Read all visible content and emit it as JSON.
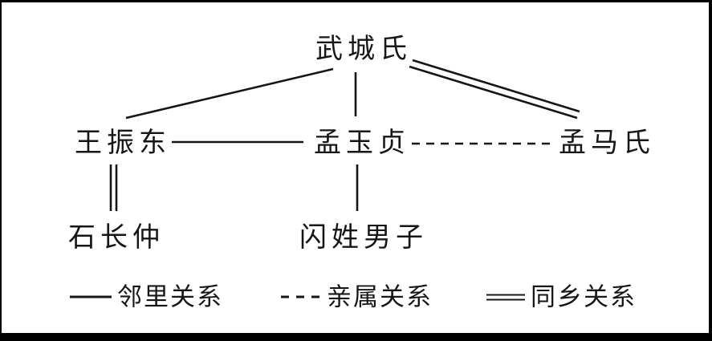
{
  "diagram": {
    "description": "Relationship diagram of persons connected by line types",
    "colors": {
      "background": "#ffffff",
      "border": "#000000",
      "line": "#161616",
      "text": "#161616"
    },
    "nodes": [
      {
        "id": "wuchengshi",
        "label": "武城氏"
      },
      {
        "id": "wangzhendong",
        "label": "王振东"
      },
      {
        "id": "mengyuzhen",
        "label": "孟玉贞"
      },
      {
        "id": "mengmashi",
        "label": "孟马氏"
      },
      {
        "id": "shichangzhong",
        "label": "石长仲"
      },
      {
        "id": "shanxingnanzi",
        "label": "闪姓男子"
      }
    ],
    "edges": [
      {
        "from": "武城氏",
        "to": "王振东",
        "style": "solid",
        "type": "邻里关系"
      },
      {
        "from": "武城氏",
        "to": "孟玉贞",
        "style": "solid",
        "type": "邻里关系"
      },
      {
        "from": "武城氏",
        "to": "孟马氏",
        "style": "double",
        "type": "同乡关系"
      },
      {
        "from": "王振东",
        "to": "孟玉贞",
        "style": "solid",
        "type": "邻里关系"
      },
      {
        "from": "孟玉贞",
        "to": "孟马氏",
        "style": "dashed",
        "type": "亲属关系"
      },
      {
        "from": "王振东",
        "to": "石长仲",
        "style": "double",
        "type": "同乡关系"
      },
      {
        "from": "孟玉贞",
        "to": "闪姓男子",
        "style": "solid",
        "type": "邻里关系"
      }
    ],
    "legend": [
      {
        "style": "solid",
        "label": "邻里关系"
      },
      {
        "style": "dashed",
        "label": "亲属关系"
      },
      {
        "style": "double",
        "label": "同乡关系"
      }
    ]
  }
}
